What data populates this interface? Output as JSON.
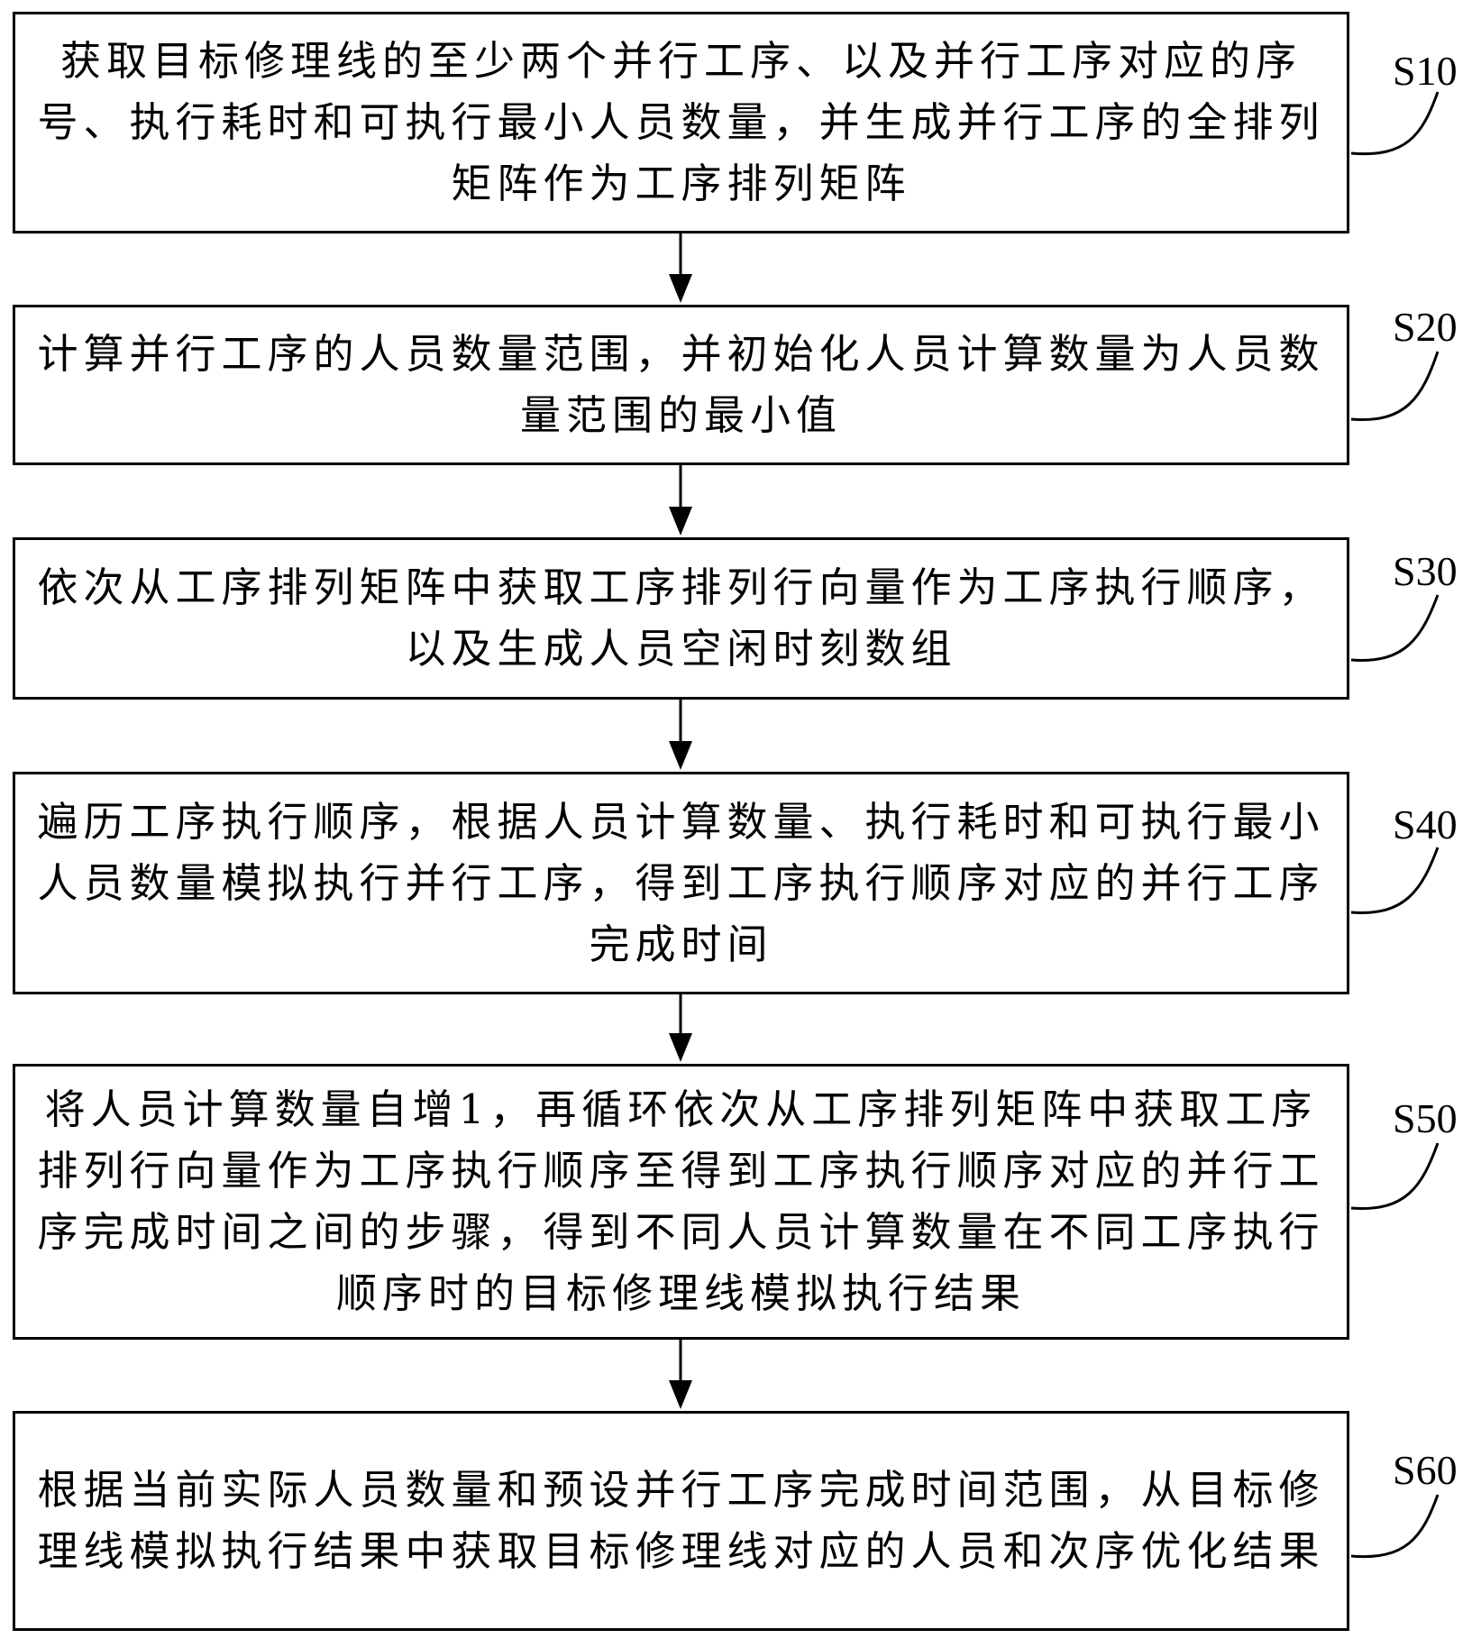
{
  "steps": [
    {
      "label": "S10",
      "text": "获取目标修理线的至少两个并行工序、以及并行工序对应的序号、执行耗时和可执行最小人员数量，并生成并行工序的全排列矩阵作为工序排列矩阵"
    },
    {
      "label": "S20",
      "text": "计算并行工序的人员数量范围，并初始化人员计算数量为人员数量范围的最小值"
    },
    {
      "label": "S30",
      "text": "依次从工序排列矩阵中获取工序排列行向量作为工序执行顺序，以及生成人员空闲时刻数组"
    },
    {
      "label": "S40",
      "text": "遍历工序执行顺序，根据人员计算数量、执行耗时和可执行最小人员数量模拟执行并行工序，得到工序执行顺序对应的并行工序完成时间"
    },
    {
      "label": "S50",
      "text": "将人员计算数量自增1，再循环依次从工序排列矩阵中获取工序排列行向量作为工序执行顺序至得到工序执行顺序对应的并行工序完成时间之间的步骤，得到不同人员计算数量在不同工序执行顺序时的目标修理线模拟执行结果"
    },
    {
      "label": "S60",
      "text": "根据当前实际人员数量和预设并行工序完成时间范围，从目标修理线模拟执行结果中获取目标修理线对应的人员和次序优化结果"
    }
  ]
}
